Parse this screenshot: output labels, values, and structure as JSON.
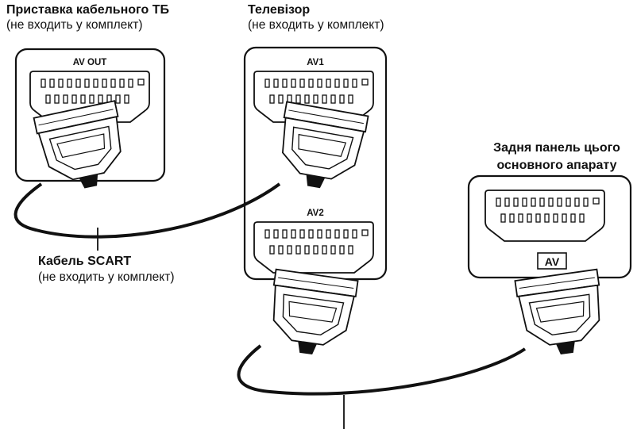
{
  "cable_box": {
    "title": "Приставка кабельного ТБ",
    "subtitle": "(не входить у комплект)",
    "port_label": "AV OUT"
  },
  "tv": {
    "title": "Телевізор",
    "subtitle": "(не входить у комплект)",
    "port1_label": "AV1",
    "port2_label": "AV2"
  },
  "main_unit": {
    "title_line1": "Задня панель цього",
    "title_line2": "основного апарату",
    "port_label": "AV"
  },
  "cable": {
    "title": "Кабель SCART",
    "subtitle": "(не входить у комплект)"
  }
}
